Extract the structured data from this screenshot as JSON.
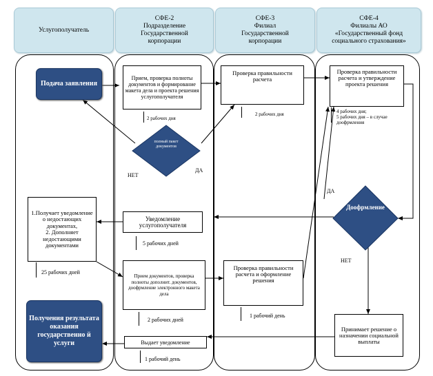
{
  "headers": {
    "recipient": "Услугополучатель",
    "sfe2": "СФЕ-2\nПодразделение\nГосударственной\nкорпорации",
    "sfe3": "СФЕ-3\nФилиал\nГосударственной\nкорпорации",
    "sfe4": "СФЕ-4\nФилиалы АО\n«Государственный фонд\nсоциального страхования»"
  },
  "nodes": {
    "submit": "Подача заявления",
    "receive_check": "Прием, проверка полноты документов и формирование макета дела и проекта решения услугополучателя",
    "check_calc": "Проверка правильности расчета",
    "check_approve": "Проверка правильности расчета и утверждение проекта решения",
    "full_package": "полный пакет документов",
    "doform": "Доофрмление",
    "notify_recipient": "Уведомление услугополучателя",
    "recipient_actions": "1.Получает уведомление о недостающих документах,\n2. Дополняет недостающими документами",
    "receive_docs": "Прием документов, проверка полноты дополнит. документов, доофрмление электронного макета дела",
    "check_calc_form": "Проверка правильности расчета и оформление решения",
    "decision": "Принимает решение о назначении социальной выплаты",
    "issue_notice": "Выдает уведомление",
    "result": "Получения результата оказания государственно й услуги"
  },
  "labels": {
    "no_left": "НЕТ",
    "yes_left": "ДА",
    "yes_right": "ДА",
    "no_right": "НЕТ"
  },
  "timings": {
    "t1": "2 рабочих дня",
    "t2": "2 рабочих дня",
    "t3": "4 рабочих дня;\n5 рабочих дня – в случае доофрмления",
    "t4": "5 рабочих дней",
    "t5": "25 рабочих дней",
    "t6": "2 рабочих  дней",
    "t7": "1 рабочий день",
    "t8": "1 рабочий день"
  },
  "colors": {
    "header_bg": "#cfe6ee",
    "terminal_bg": "#2e4f84",
    "diamond_bg": "#2e4f84"
  }
}
